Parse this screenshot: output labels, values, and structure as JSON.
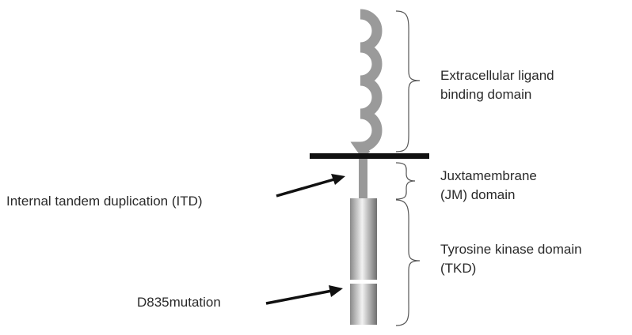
{
  "domains": {
    "extracellular": {
      "line1": "Extracellular ligand",
      "line2": "binding domain"
    },
    "juxtamembrane": {
      "line1": "Juxtamembrane",
      "line2": "(JM) domain"
    },
    "tyrosine_kinase": {
      "line1": "Tyrosine kinase domain",
      "line2": "(TKD)"
    }
  },
  "mutations": {
    "itd": "Internal tandem duplication (ITD)",
    "d835": "D835mutation"
  },
  "colors": {
    "ligand_loops": "#9a9a9a",
    "membrane": "#111111",
    "jm_segment": "#999999",
    "kinase_dark": "#7a7a7a",
    "kinase_light": "#f2f2f2",
    "arrow": "#111111",
    "brace": "#555555"
  }
}
